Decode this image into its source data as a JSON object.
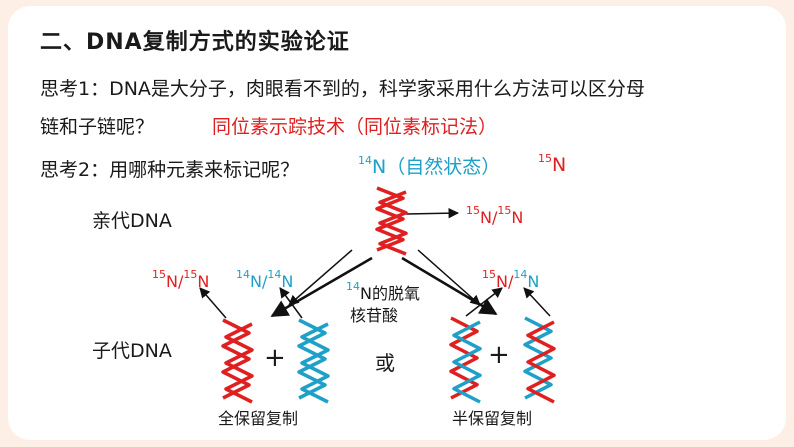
{
  "title": "二、DNA复制方式的实验论证",
  "question1": {
    "line1": "思考1：DNA是大分子，肉眼看不到的，科学家采用什么方法可以区分母",
    "line2": "链和子链呢？",
    "answer": "同位素示踪技术（同位素标记法）"
  },
  "question2": {
    "text": "思考2：用哪种元素来标记呢？",
    "n14_sup": "14",
    "n14_text": "N（自然状态）",
    "n15_sup": "15",
    "n15_text": "N"
  },
  "diagram": {
    "parent_label": "亲代DNA",
    "child_label": "子代DNA",
    "parent_iso": {
      "sup1": "15",
      "mid": "N/",
      "sup2": "15",
      "end": "N"
    },
    "left_iso_red": {
      "sup1": "15",
      "mid": "N/",
      "sup2": "15",
      "end": "N"
    },
    "left_iso_blue": {
      "sup1": "14",
      "mid": "N/",
      "sup2": "14",
      "end": "N"
    },
    "right_iso": {
      "sup1": "15",
      "mid": "N/",
      "sup2": "14",
      "end": "N"
    },
    "nucleotide_sup": "14",
    "nucleotide_line1": "N的脱氧",
    "nucleotide_line2": "核苷酸",
    "plus_left": "+",
    "plus_right": "+",
    "or_text": "或",
    "conservative_label": "全保留复制",
    "semiconservative_label": "半保留复制"
  },
  "colors": {
    "red": "#e02020",
    "blue": "#1ea0c8",
    "background": "#fdeee6"
  }
}
